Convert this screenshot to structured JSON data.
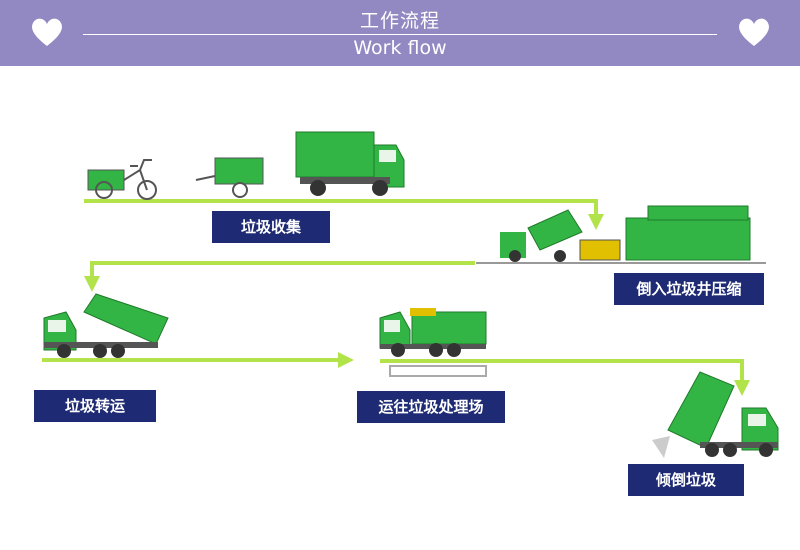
{
  "header": {
    "title_cn": "工作流程",
    "title_en": "Work flow"
  },
  "steps": [
    {
      "label": "垃圾收集"
    },
    {
      "label": "倒入垃圾井压缩"
    },
    {
      "label": "垃圾转运"
    },
    {
      "label": "运往垃圾处理场"
    },
    {
      "label": "倾倒垃圾"
    }
  ],
  "colors": {
    "banner": "#9289c2",
    "label_bg": "#1e2a73",
    "arrow": "#b2e34a",
    "vehicle": "#33b545"
  }
}
